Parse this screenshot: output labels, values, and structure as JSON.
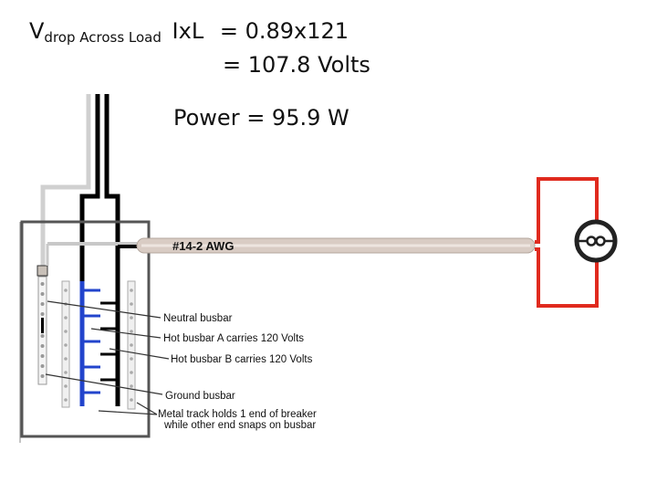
{
  "formula": {
    "v_symbol": "V",
    "v_subscript": "drop Across Load",
    "product": "IxL",
    "line1_rhs": "=  0.89x121",
    "line2": "= 107.8 Volts",
    "power": "Power = 95.9 W"
  },
  "cable": {
    "label": "#14-2 AWG"
  },
  "callouts": {
    "neutral": "Neutral busbar",
    "hot_a": "Hot busbar A carries 120 Volts",
    "hot_b": "Hot busbar B carries 120 Volts",
    "ground": "Ground busbar",
    "track_1": "Metal track holds 1 end of breaker",
    "track_2": "while other end snaps on busbar"
  },
  "icons": {
    "lamp": "lamp-icon"
  },
  "colors": {
    "hot_wire": "#000000",
    "neutral_wire": "#d8d8d8",
    "load_wire": "#e02a1e",
    "busbar_a": "#2244cc",
    "cable_sheath": "#d9ccc4",
    "panel": "#555555"
  }
}
